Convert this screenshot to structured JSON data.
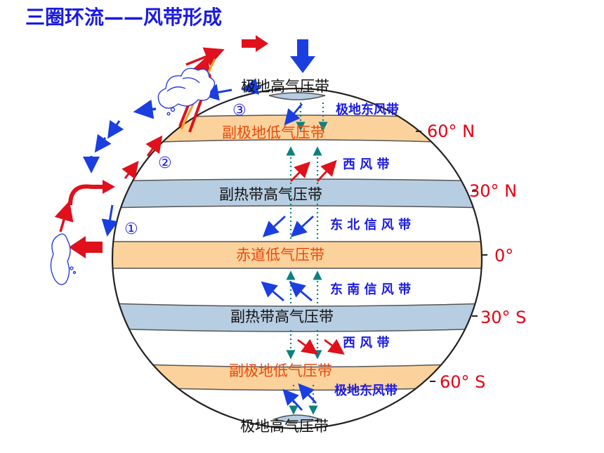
{
  "title": "三圈环流——风带形成",
  "colors": {
    "title": "#1a1ae6",
    "low_belt_fill": "#fcd29c",
    "high_belt_fill": "#b7cde2",
    "belt_stroke": "#555555",
    "low_belt_text": "#e84a0c",
    "high_belt_text": "#111111",
    "wind_text": "#1a1ae6",
    "lat_text": "#e60012",
    "blue_arrow": "#1a3ee0",
    "red_arrow": "#e0101c",
    "teal_dots": "#0d8080",
    "orange_line": "#f0a020"
  },
  "pressure_belts": {
    "north_polar_high": "极地高气压带",
    "north_subpolar_low": "副极地低气压带",
    "north_subtropical_high": "副热带高气压带",
    "equatorial_low": "赤道低气压带",
    "south_subtropical_high": "副热带高气压带",
    "south_subpolar_low": "副极地低气压带",
    "south_polar_high": "极地高气压带"
  },
  "wind_belts": {
    "north_polar_easterlies": "极地东风带",
    "north_westerlies": "西 风 带",
    "ne_trades": "东 北 信 风 带",
    "se_trades": "东 南 信 风 带",
    "south_westerlies": "西 风 带",
    "south_polar_easterlies": "极地东风带"
  },
  "latitudes": {
    "n60": "60° N",
    "n30": "30° N",
    "eq": "0°",
    "s30": "30° S",
    "s60": "60° S"
  },
  "cells": {
    "c1": "①",
    "c2": "②",
    "c3": "③"
  },
  "icons": [
    "cloud-icon",
    "arrow-icon"
  ]
}
